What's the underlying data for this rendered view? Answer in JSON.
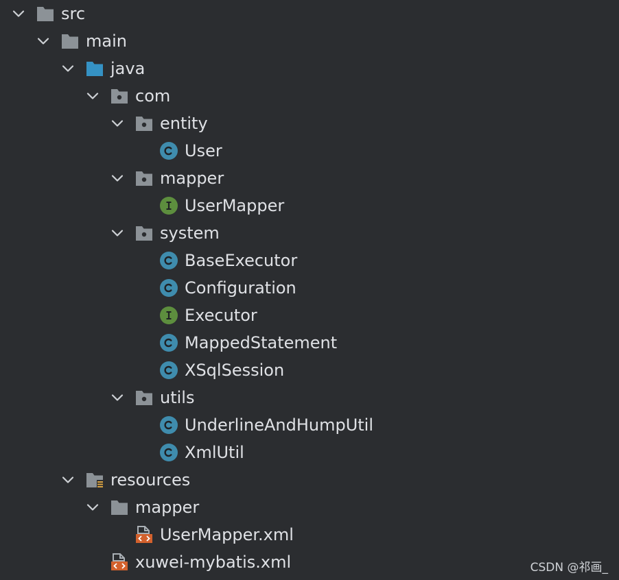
{
  "tree": [
    {
      "label": "src",
      "icon": "folder-icon",
      "expanded": true
    },
    {
      "label": "main",
      "icon": "folder-icon",
      "expanded": true
    },
    {
      "label": "java",
      "icon": "source-folder-icon",
      "expanded": true
    },
    {
      "label": "com",
      "icon": "package-icon",
      "expanded": true
    },
    {
      "label": "entity",
      "icon": "package-icon",
      "expanded": true
    },
    {
      "label": "User",
      "icon": "class-icon",
      "badge": "C"
    },
    {
      "label": "mapper",
      "icon": "package-icon",
      "expanded": true
    },
    {
      "label": "UserMapper",
      "icon": "interface-icon",
      "badge": "I"
    },
    {
      "label": "system",
      "icon": "package-icon",
      "expanded": true
    },
    {
      "label": "BaseExecutor",
      "icon": "class-icon",
      "badge": "C"
    },
    {
      "label": "Configuration",
      "icon": "class-icon",
      "badge": "C"
    },
    {
      "label": "Executor",
      "icon": "interface-icon",
      "badge": "I"
    },
    {
      "label": "MappedStatement",
      "icon": "class-icon",
      "badge": "C"
    },
    {
      "label": "XSqlSession",
      "icon": "class-icon",
      "badge": "C"
    },
    {
      "label": "utils",
      "icon": "package-icon",
      "expanded": true
    },
    {
      "label": "UnderlineAndHumpUtil",
      "icon": "class-icon",
      "badge": "C"
    },
    {
      "label": "XmlUtil",
      "icon": "class-icon",
      "badge": "C"
    },
    {
      "label": "resources",
      "icon": "resources-folder-icon",
      "expanded": true
    },
    {
      "label": "mapper",
      "icon": "folder-icon",
      "expanded": true
    },
    {
      "label": "UserMapper.xml",
      "icon": "xml-file-icon"
    },
    {
      "label": "xuwei-mybatis.xml",
      "icon": "xml-file-icon"
    }
  ],
  "watermark": "CSDN @祁画_",
  "colors": {
    "background": "#2b2d30",
    "text": "#dfe1e5",
    "folder": "#8c9297",
    "source_folder": "#3592c4",
    "class_badge": "#3f8cad",
    "interface_badge": "#5d8e3e",
    "xml": "#d3612d",
    "chevron": "#cfd2d6"
  }
}
